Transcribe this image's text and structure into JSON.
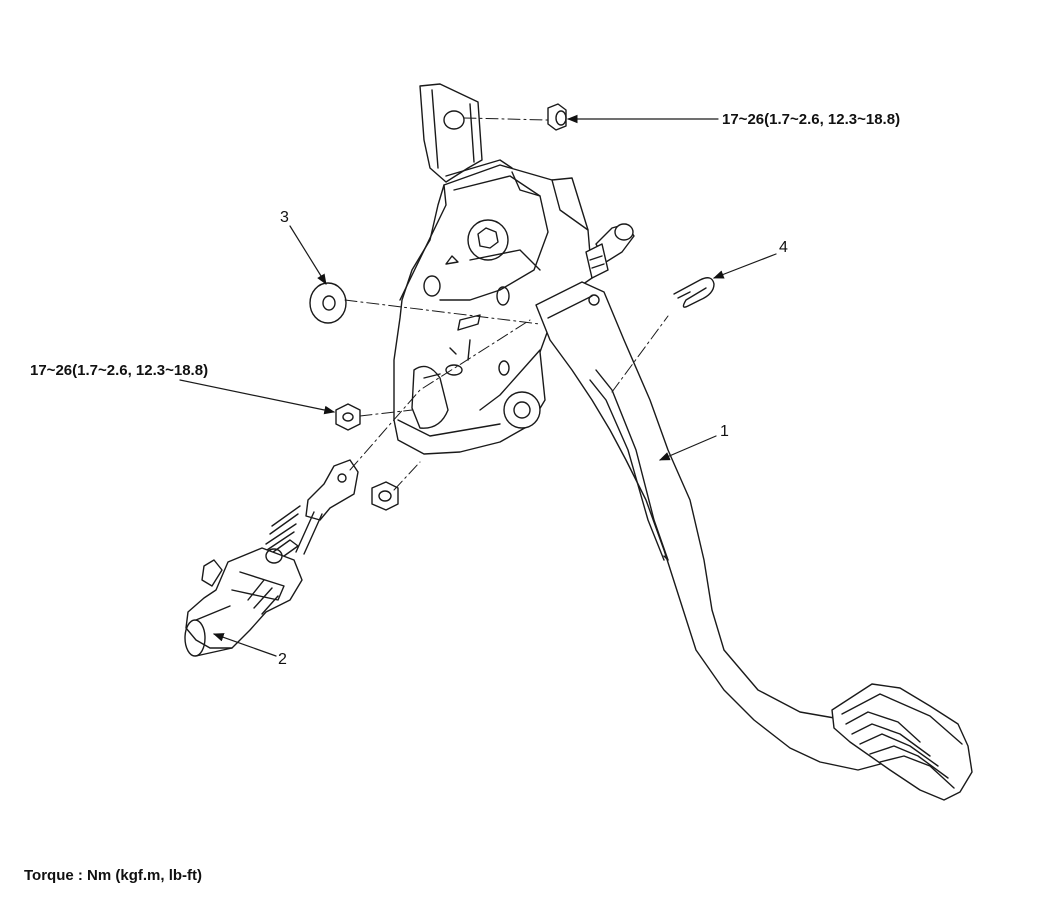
{
  "callouts": {
    "torque_top": "17~26(1.7~2.6, 12.3~18.8)",
    "torque_left": "17~26(1.7~2.6, 12.3~18.8)",
    "part_1": "1",
    "part_2": "2",
    "part_3": "3",
    "part_4": "4"
  },
  "legend": "Torque : Nm (kgf.m, lb-ft)"
}
